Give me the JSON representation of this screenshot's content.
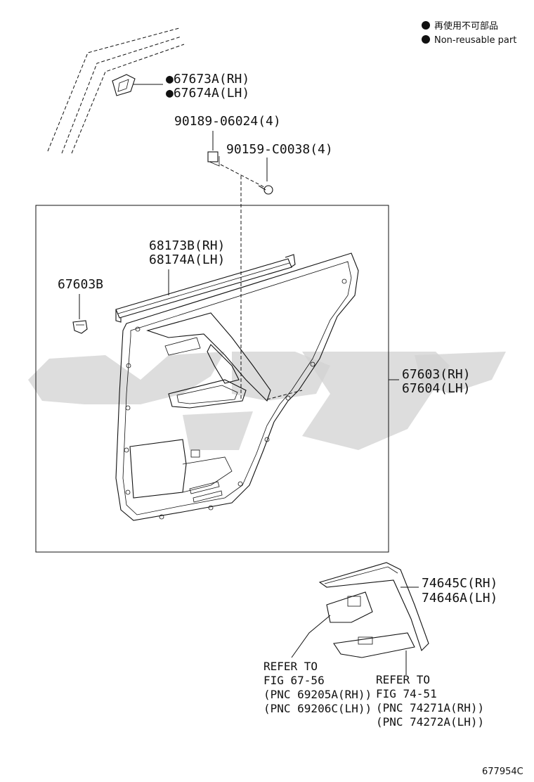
{
  "legend": {
    "item1_text": "再使用不可部品",
    "item2_text": "Non-reusable part"
  },
  "parts": {
    "glass_run_clip_rh": "●67673A(RH)",
    "glass_run_clip_lh": "●67674A(LH)",
    "clip_number": "90189-06024(4)",
    "screw_number": "90159-C0038(4)",
    "weatherstrip_rh": "68173B(RH)",
    "weatherstrip_lh": "68174A(LH)",
    "fastener": "67603B",
    "trim_panel_rh": "67603(RH)",
    "trim_panel_lh": "67604(LH)",
    "garnish_rh": "74645C(RH)",
    "garnish_lh": "74646A(LH)"
  },
  "references": {
    "ref1": [
      "REFER TO",
      "FIG 67-56",
      "(PNC 69205A(RH))",
      "(PNC 69206C(LH))"
    ],
    "ref2": [
      "REFER TO",
      "FIG 74-51",
      "(PNC 74271A(RH))",
      "(PNC 74272A(LH))"
    ]
  },
  "figure_id": "677954C",
  "colors": {
    "ink": "#111111",
    "watermark": "#d2d2d2",
    "background": "#ffffff"
  }
}
